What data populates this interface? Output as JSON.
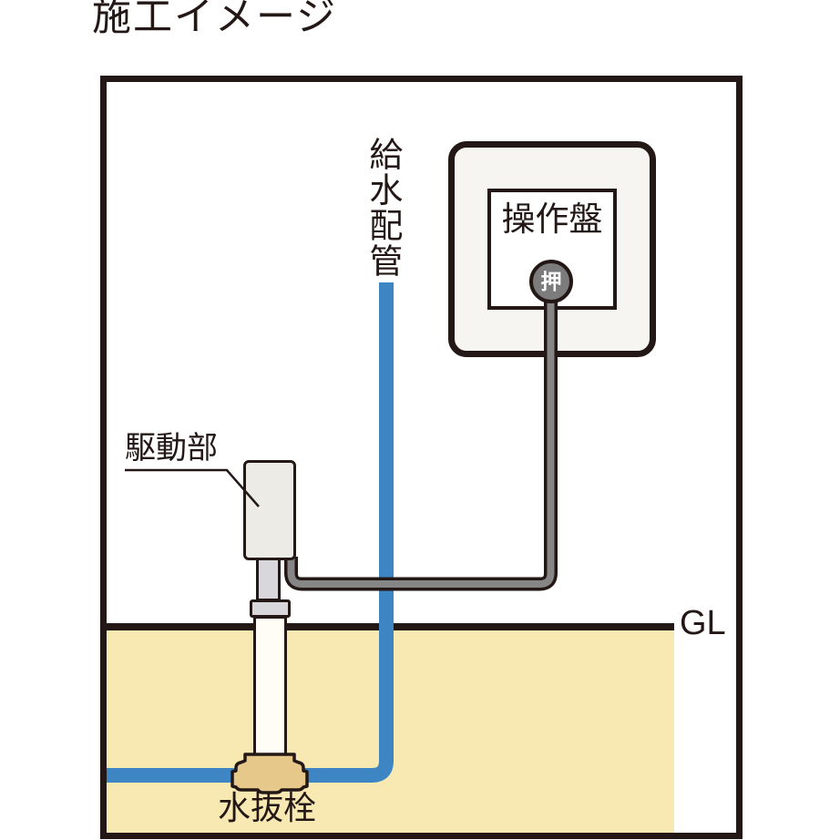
{
  "title": "施工イメージ",
  "labels": {
    "supply_pipe": "給水配管",
    "drive_unit": "駆動部",
    "control_panel": "操作盤",
    "push_button": "押",
    "ground_level": "GL",
    "drain_valve": "水抜栓"
  },
  "colors": {
    "line_black": "#231815",
    "pipe_blue": "#3e86c3",
    "ground_tan": "#f8e8b2",
    "valve_tan": "#e6c98a",
    "cable_gray": "#868686",
    "button_gray": "#7c7c7c",
    "drive_box_fill": "#ecebe5",
    "stem_fill": "#d8d7db",
    "panel_fill": "#f7f5f1",
    "pipe_white": "#fffdf6",
    "inner_panel_fill": "#ffffff"
  }
}
